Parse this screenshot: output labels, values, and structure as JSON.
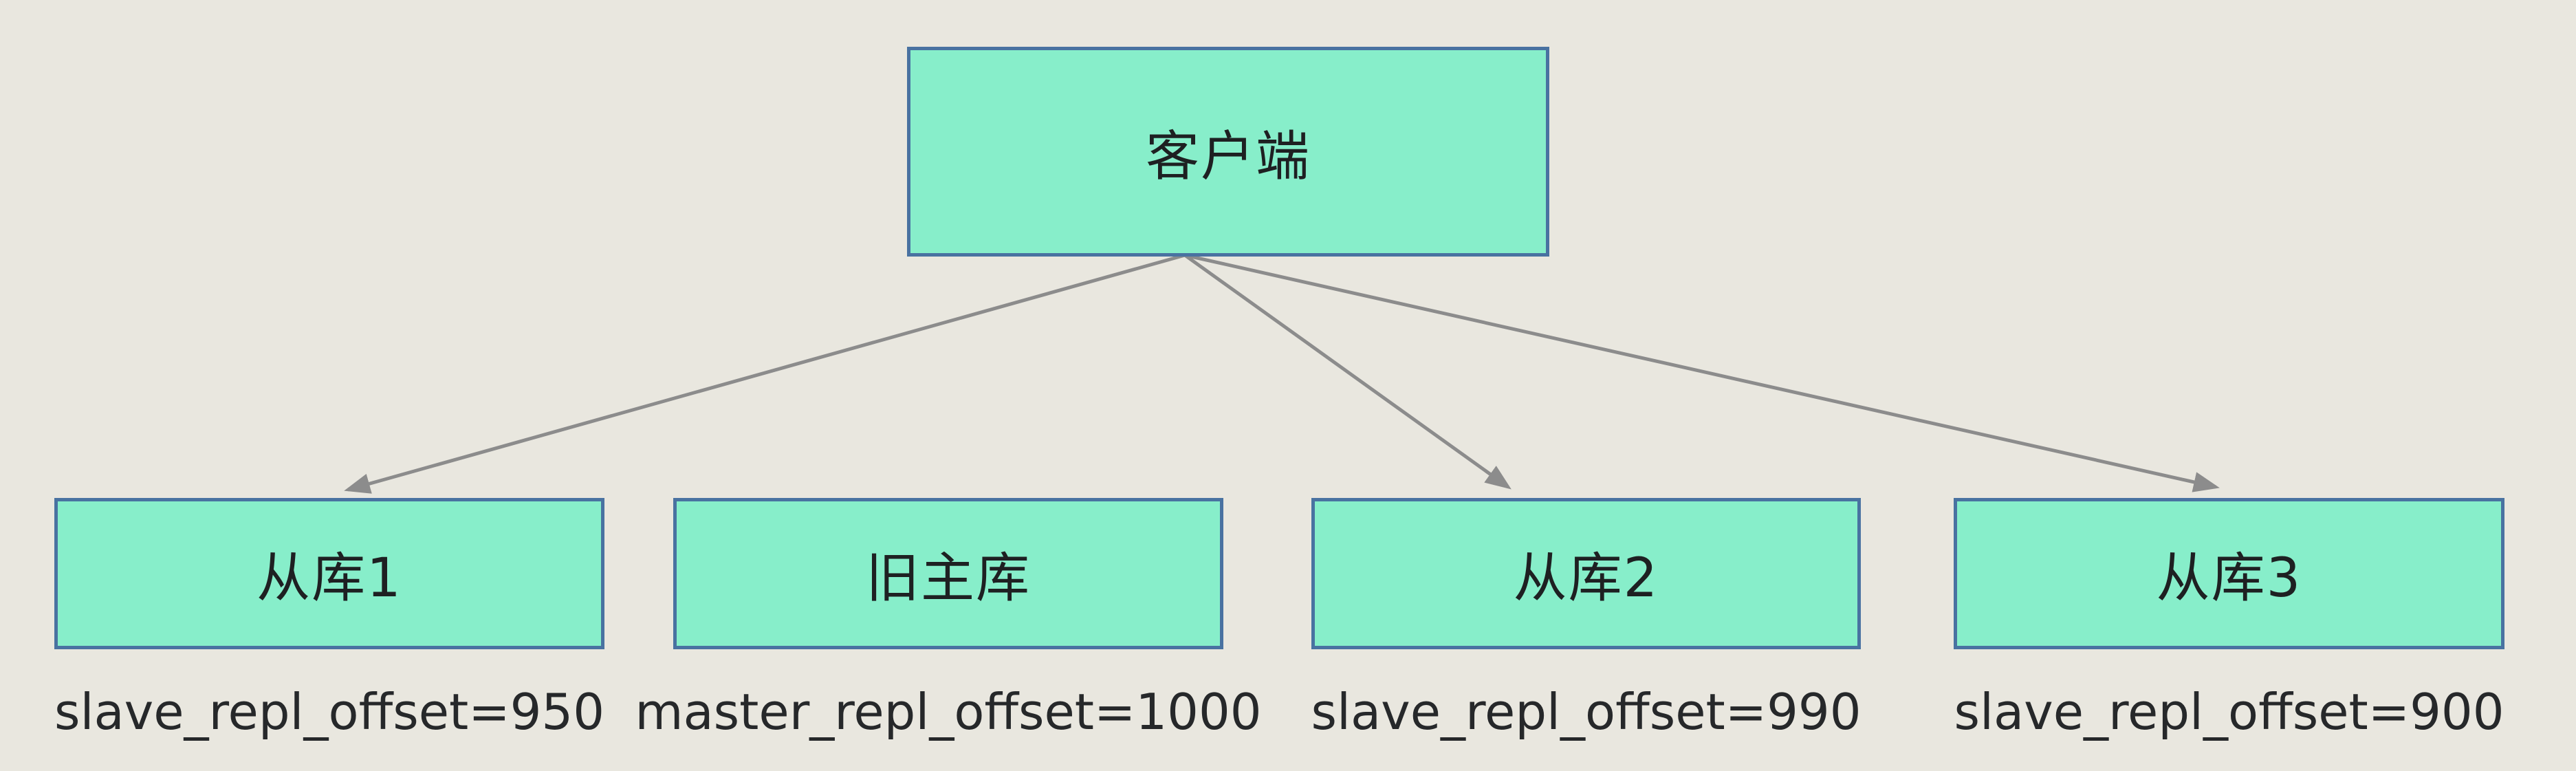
{
  "diagram": {
    "title_hint": "Redis replication failover topology",
    "client": {
      "label": "客户端"
    },
    "nodes": [
      {
        "id": "slave1",
        "label": "从库1",
        "offset_caption": "slave_repl_offset=950"
      },
      {
        "id": "oldmaster",
        "label": "旧主库",
        "offset_caption": "master_repl_offset=1000"
      },
      {
        "id": "slave2",
        "label": "从库2",
        "offset_caption": "slave_repl_offset=990"
      },
      {
        "id": "slave3",
        "label": "从库3",
        "offset_caption": "slave_repl_offset=900"
      }
    ],
    "edges": [
      {
        "from": "客户端",
        "to": "从库1"
      },
      {
        "from": "客户端",
        "to": "从库2"
      },
      {
        "from": "客户端",
        "to": "从库3"
      }
    ],
    "colors": {
      "background": "#E9E7DF",
      "box_fill": "#87EECA",
      "box_border": "#4972A1",
      "arrow": "#8C8C8C",
      "box_text": "#1E2022",
      "caption_text": "#26282A"
    }
  }
}
